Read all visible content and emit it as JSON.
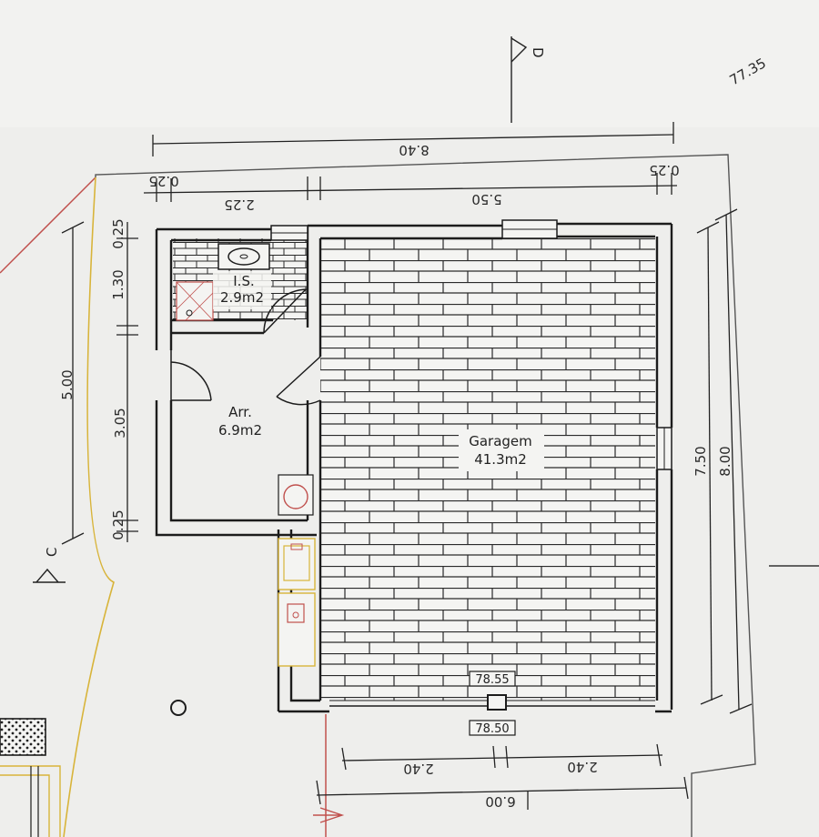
{
  "plan": {
    "elevation_corner": "77.35",
    "dims_top": {
      "overall": "8.40",
      "seg_left_wall": "0.25",
      "seg_wc": "2.25",
      "seg_garage": "5.50",
      "seg_right_wall": "0.25"
    },
    "dims_left": {
      "overall": "5.00",
      "wall_top": "0.25",
      "wc_depth": "1.30",
      "storage_depth": "3.05",
      "wall_bottom": "0.25"
    },
    "dims_right": {
      "inner": "7.50",
      "overall": "8.00"
    },
    "dims_bottom": {
      "door_left": "2.40",
      "door_right": "2.40",
      "overall": "6.00"
    },
    "rooms": {
      "wc": {
        "name": "I.S.",
        "area": "2.9m2"
      },
      "storage": {
        "name": "Arr.",
        "area": "6.9m2"
      },
      "garage": {
        "name": "Garagem",
        "area": "41.3m2"
      }
    },
    "levels": {
      "inside": "78.55",
      "outside": "78.50"
    },
    "section_marks": {
      "top": "D",
      "left": "C"
    }
  },
  "colors": {
    "paper": "#eeeeec",
    "ink": "#1c1c1c",
    "yellow": "#d8b43a",
    "red": "#c0504d"
  }
}
